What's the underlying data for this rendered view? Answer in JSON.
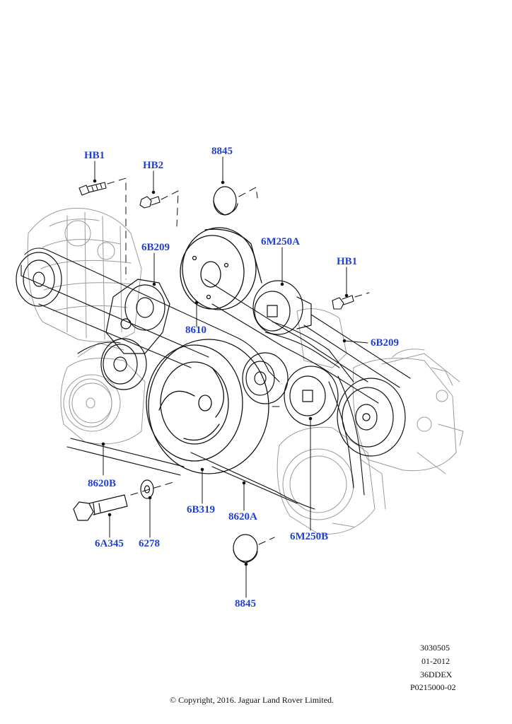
{
  "diagram": {
    "callouts": {
      "hb1_top": "HB1",
      "hb2": "HB2",
      "p8845_top": "8845",
      "p6b209_left": "6B209",
      "p6m250a": "6M250A",
      "hb1_right": "HB1",
      "p8610": "8610",
      "p6b209_right": "6B209",
      "p8620b": "8620B",
      "p6b319": "6B319",
      "p8620a": "8620A",
      "p6a345": "6A345",
      "p6278": "6278",
      "p6m250b": "6M250B",
      "p8845_bottom": "8845"
    },
    "reference": {
      "code": "3030505",
      "date": "01-2012",
      "model": "36DDEX",
      "illustration": "P0215000-02"
    },
    "copyright": "© Copyright, 2016. Jaguar Land Rover Limited.",
    "colors": {
      "callout_text": "#1f3fd6",
      "line_art": "#111111",
      "ghost_art": "#9a9a9a"
    }
  }
}
